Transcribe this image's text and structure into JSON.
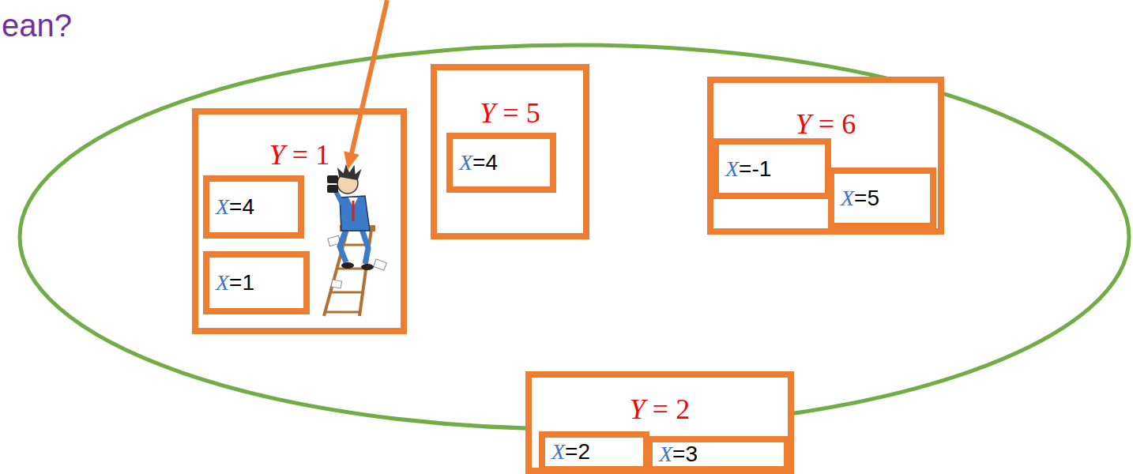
{
  "diagram": {
    "title": "ean?",
    "nodes": [
      {
        "text": [
          "Y = 1"
        ]
      },
      {
        "text": [
          "X=4"
        ],
        "in": 0
      },
      {
        "text": [
          "X=1"
        ],
        "in": 0
      },
      {
        "text": [
          "Y = 5"
        ]
      },
      {
        "text": [
          "X=4"
        ],
        "in": 3
      },
      {
        "text": [
          "Y = 6"
        ]
      },
      {
        "text": [
          "X=-1"
        ],
        "in": 5
      },
      {
        "text": [
          "X=5"
        ],
        "in": 5
      },
      {
        "text": [
          "Y = 2"
        ]
      },
      {
        "text": [
          "X=2"
        ],
        "in": 8
      },
      {
        "text": [
          "X=3"
        ],
        "in": 8
      }
    ]
  }
}
